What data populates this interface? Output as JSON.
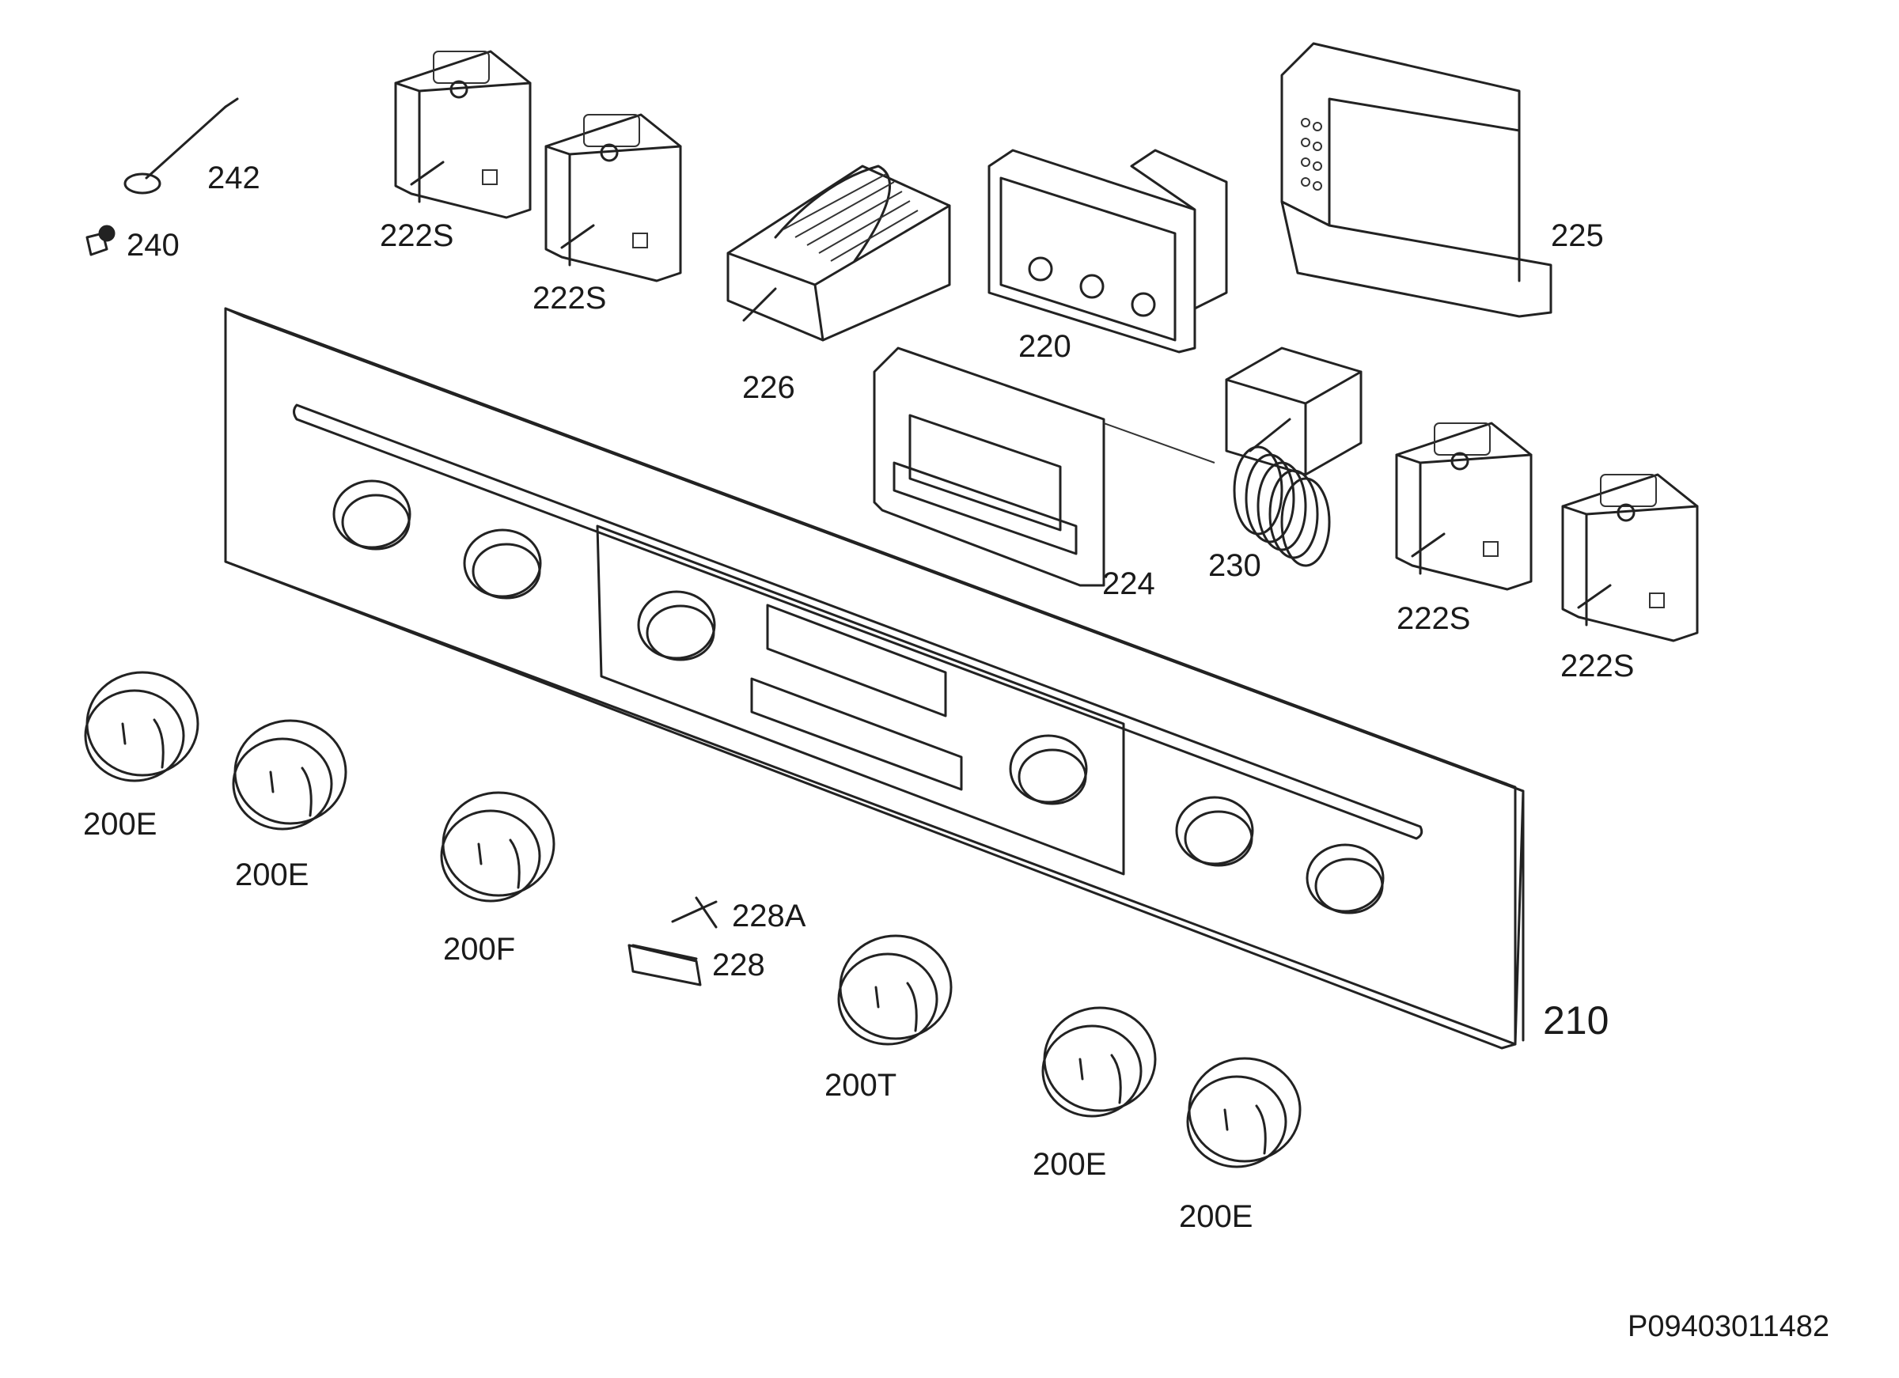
{
  "parts": {
    "p242": "242",
    "p240": "240",
    "p222s_a": "222S",
    "p222s_b": "222S",
    "p226": "226",
    "p220": "220",
    "p225": "225",
    "p224": "224",
    "p230": "230",
    "p222s_c": "222S",
    "p222s_d": "222S",
    "p210": "210",
    "p200e_a": "200E",
    "p200e_b": "200E",
    "p200f": "200F",
    "p228a": "228A",
    "p228": "228",
    "p200t": "200T",
    "p200e_c": "200E",
    "p200e_d": "200E"
  },
  "drawing_code": "P09403011482"
}
